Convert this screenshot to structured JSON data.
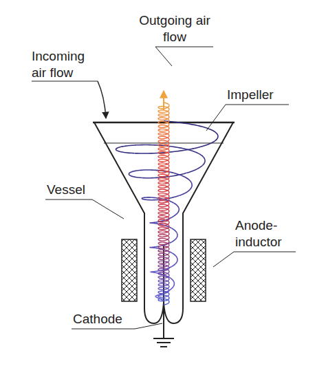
{
  "diagram": {
    "labels": [
      "Outgoing air flow",
      "Incoming air flow",
      "Impeller",
      "Vessel",
      "Anode-inductor",
      "Cathode"
    ]
  }
}
